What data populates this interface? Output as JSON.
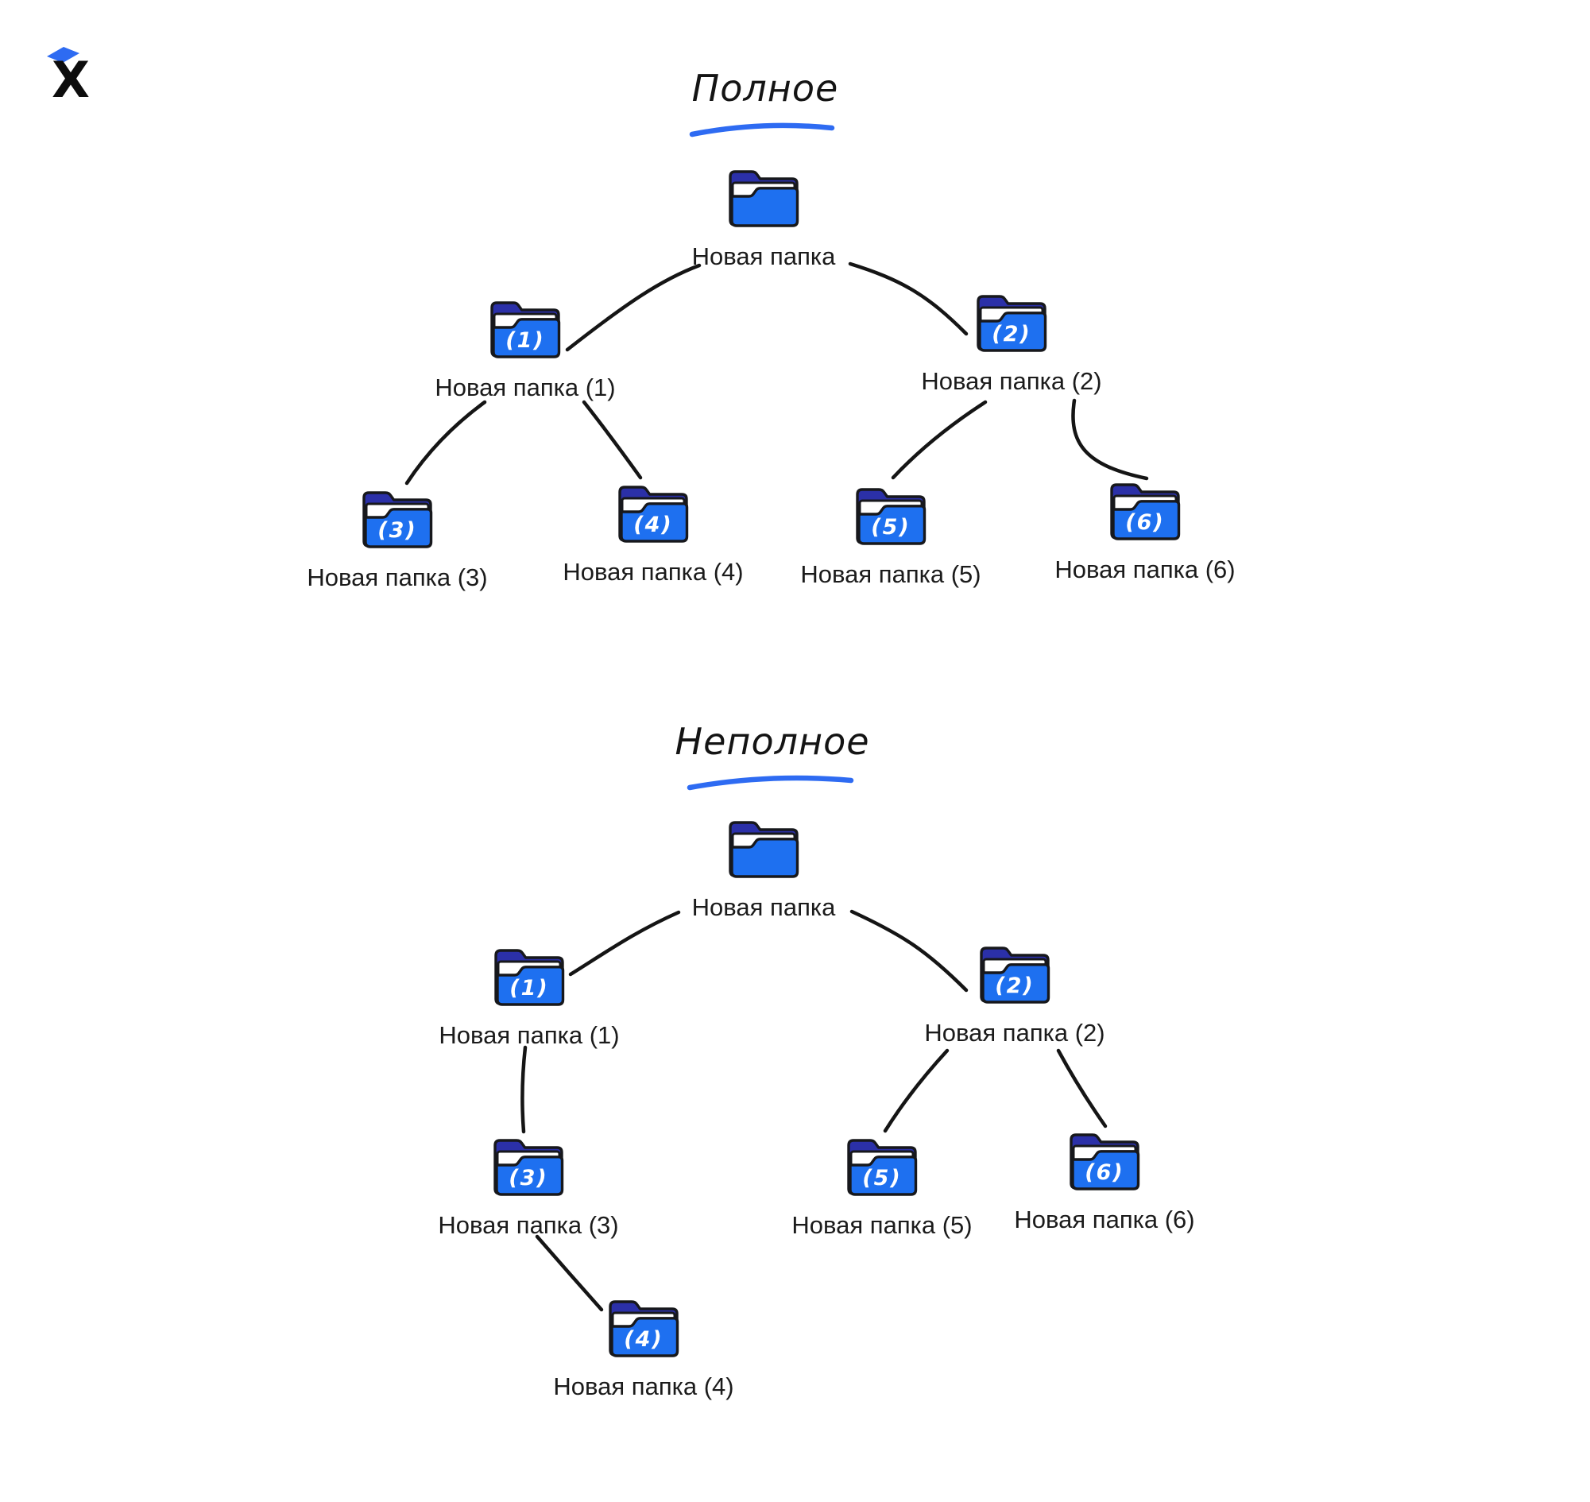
{
  "logo": {
    "letter": "X"
  },
  "colors": {
    "folder_front": "#1E70F0",
    "folder_tab": "#2B30A8",
    "outline": "#17181c",
    "accent_underline": "#2E6BF2",
    "connector": "#151515",
    "text": "#1b1b1b"
  },
  "tree_full": {
    "title": "Полное",
    "root": {
      "label": "Новая папка",
      "badge": ""
    },
    "n1": {
      "label": "Новая папка (1)",
      "badge": "(1)"
    },
    "n2": {
      "label": "Новая папка (2)",
      "badge": "(2)"
    },
    "n3": {
      "label": "Новая папка (3)",
      "badge": "(3)"
    },
    "n4": {
      "label": "Новая папка (4)",
      "badge": "(4)"
    },
    "n5": {
      "label": "Новая папка (5)",
      "badge": "(5)"
    },
    "n6": {
      "label": "Новая папка (6)",
      "badge": "(6)"
    }
  },
  "tree_partial": {
    "title": "Неполное",
    "root": {
      "label": "Новая папка",
      "badge": ""
    },
    "n1": {
      "label": "Новая папка (1)",
      "badge": "(1)"
    },
    "n2": {
      "label": "Новая папка (2)",
      "badge": "(2)"
    },
    "n3": {
      "label": "Новая папка (3)",
      "badge": "(3)"
    },
    "n4": {
      "label": "Новая папка (4)",
      "badge": "(4)"
    },
    "n5": {
      "label": "Новая папка (5)",
      "badge": "(5)"
    },
    "n6": {
      "label": "Новая папка (6)",
      "badge": "(6)"
    }
  }
}
